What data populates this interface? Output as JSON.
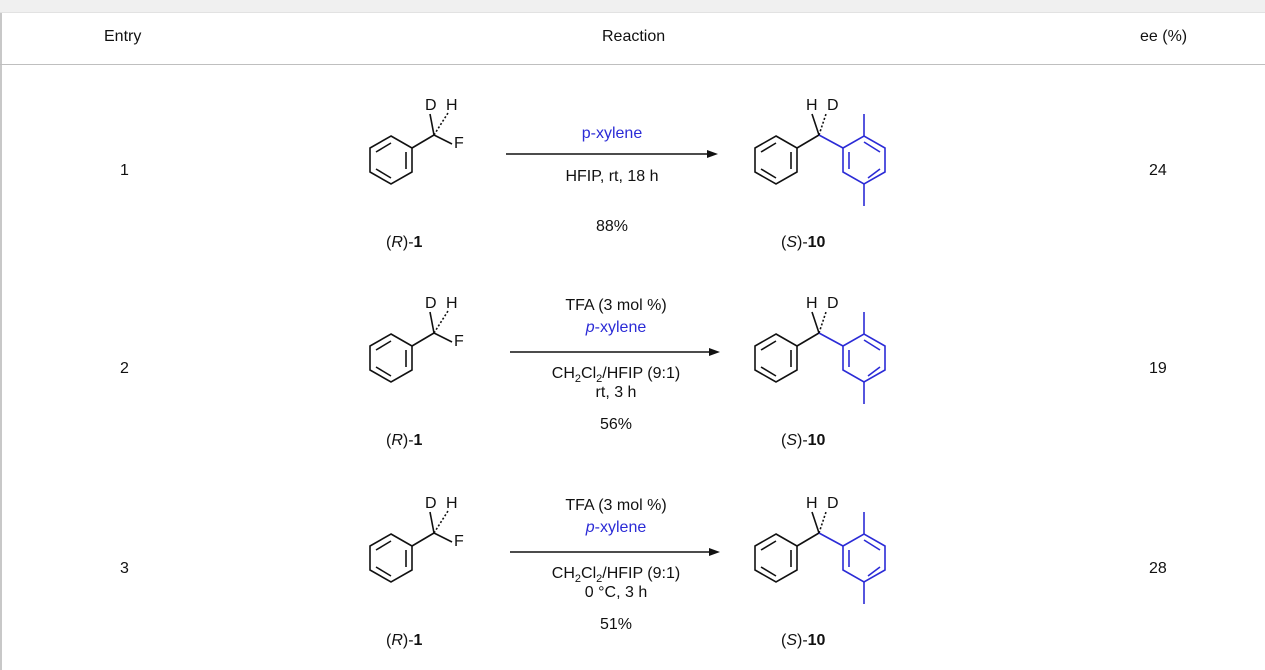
{
  "table": {
    "headers": {
      "entry": "Entry",
      "reaction": "Reaction",
      "ee": "ee (%)"
    },
    "rows": [
      {
        "entry": "1",
        "ee": "24",
        "substrate_label_prefix": "(",
        "substrate_label_italic": "R",
        "substrate_label_mid": ")-",
        "substrate_label_bold": "1",
        "product_label_prefix": "(",
        "product_label_italic": "S",
        "product_label_mid": ")-",
        "product_label_bold": "10",
        "above_arrow": "p-xylene",
        "below_arrow_1": "HFIP, rt, 18 h",
        "yield": "88%"
      },
      {
        "entry": "2",
        "ee": "19",
        "substrate_label_prefix": "(",
        "substrate_label_italic": "R",
        "substrate_label_mid": ")-",
        "substrate_label_bold": "1",
        "product_label_prefix": "(",
        "product_label_italic": "S",
        "product_label_mid": ")-",
        "product_label_bold": "10",
        "above_arrow_catalyst": "TFA (3 mol %)",
        "above_arrow_reagent_italic": "p",
        "above_arrow_reagent_rest": "-xylene",
        "below_arrow_solvent_ch": "CH",
        "below_arrow_solvent_sub1": "2",
        "below_arrow_solvent_cl": "Cl",
        "below_arrow_solvent_sub2": "2",
        "below_arrow_solvent_rest": "/HFIP (9:1)",
        "below_arrow_conditions": "rt, 3 h",
        "yield": "56%"
      },
      {
        "entry": "3",
        "ee": "28",
        "substrate_label_prefix": "(",
        "substrate_label_italic": "R",
        "substrate_label_mid": ")-",
        "substrate_label_bold": "1",
        "product_label_prefix": "(",
        "product_label_italic": "S",
        "product_label_mid": ")-",
        "product_label_bold": "10",
        "above_arrow_catalyst": "TFA (3 mol %)",
        "above_arrow_reagent_italic": "p",
        "above_arrow_reagent_rest": "-xylene",
        "below_arrow_solvent_ch": "CH",
        "below_arrow_solvent_sub1": "2",
        "below_arrow_solvent_cl": "Cl",
        "below_arrow_solvent_sub2": "2",
        "below_arrow_solvent_rest": "/HFIP (9:1)",
        "below_arrow_conditions": "0 °C, 3 h",
        "yield": "51%"
      }
    ]
  },
  "atoms": {
    "deuterium": "D",
    "hydrogen": "H",
    "fluorine": "F"
  },
  "colors": {
    "text": "#111111",
    "xylene_blue": "#2b2bd6",
    "rule": "#bfbfbf"
  }
}
